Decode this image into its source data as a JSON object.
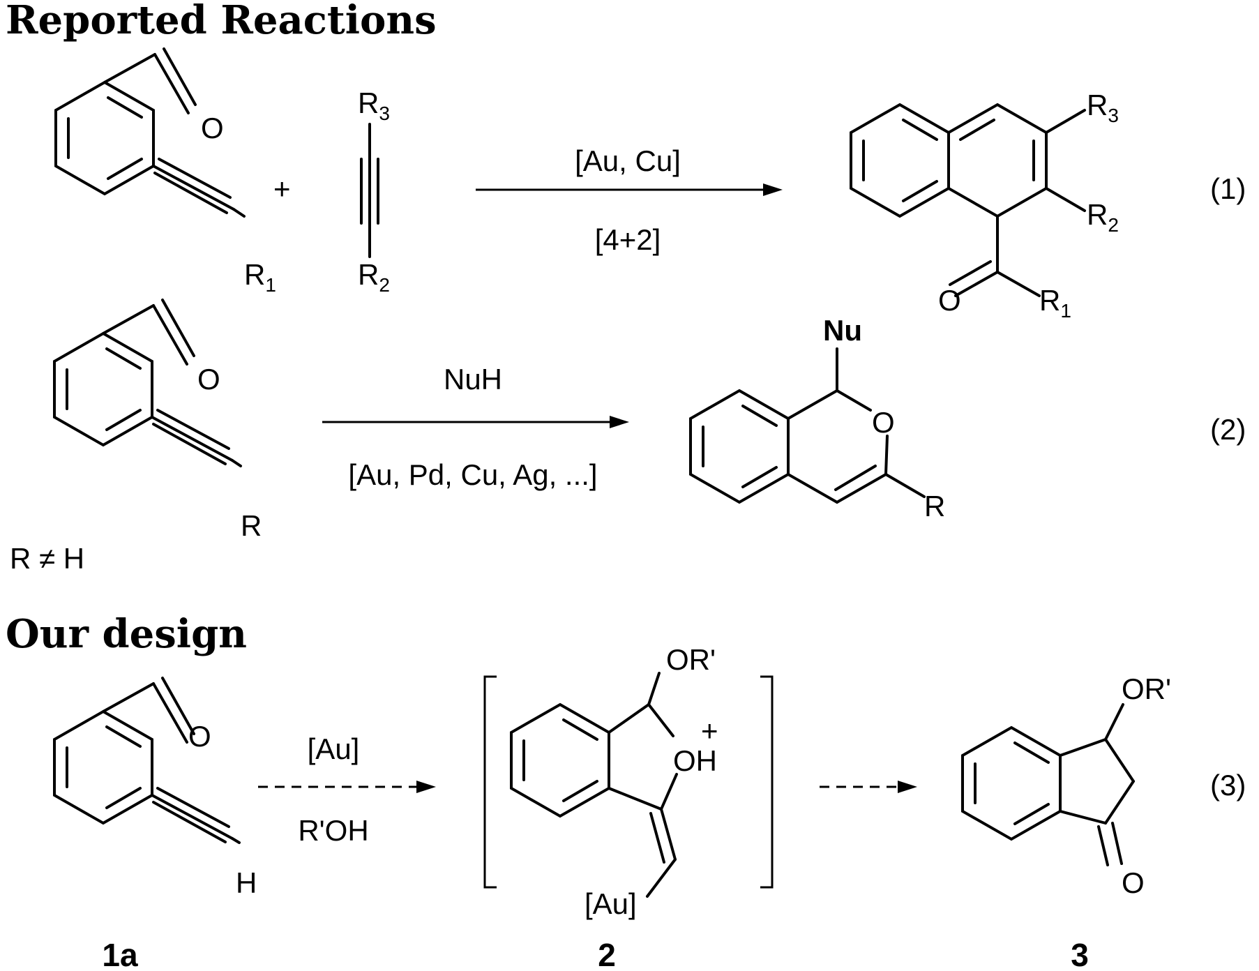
{
  "headers": {
    "reported": "Reported Reactions",
    "design": "Our design"
  },
  "reaction1": {
    "plus": "+",
    "cond_top": "[Au, Cu]",
    "cond_bottom": "[4+2]",
    "number": "(1)"
  },
  "reaction2": {
    "cond_top": "NuH",
    "cond_bottom": "[Au, Pd, Cu, Ag, ...]",
    "number": "(2)",
    "note": "R ≠ H",
    "nu_label": "Nu"
  },
  "reaction3": {
    "cond_top": "[Au]",
    "cond_bottom": "R'OH",
    "number": "(3)",
    "compound_1a": "1a",
    "compound_2": "2",
    "compound_3": "3"
  },
  "atoms": {
    "O": "O",
    "H": "H",
    "R": "R",
    "R1": "R",
    "R2": "R",
    "R3": "R",
    "sub1": "1",
    "sub2": "2",
    "sub3": "3",
    "OR_prime": "OR'",
    "OH": "OH",
    "plus_charge": "+",
    "Au": "[Au]"
  }
}
